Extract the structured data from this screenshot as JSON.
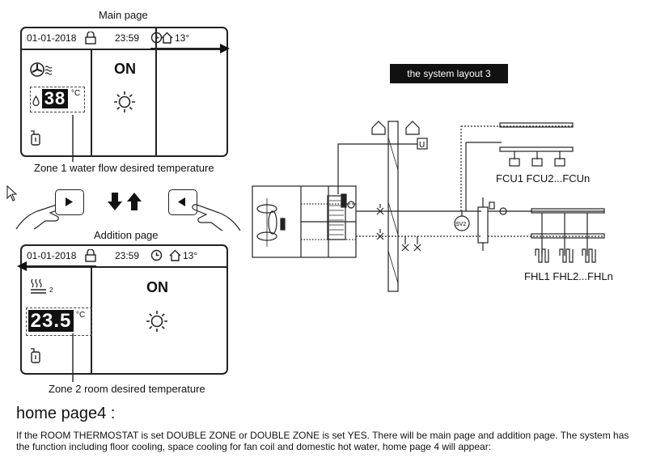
{
  "main_page": {
    "caption": "Main page",
    "date": "01-01-2018",
    "time": "23:59",
    "outdoor_temp": "13°",
    "status": "ON",
    "water_temp": "38",
    "unit": "°C",
    "callout": "Zone 1 water flow desired temperature"
  },
  "addition_page": {
    "caption": "Addition page",
    "date": "01-01-2018",
    "time": "23:59",
    "outdoor_temp": "13°",
    "status": "ON",
    "zone_sub": "2",
    "room_temp": "23.5",
    "unit": "°C",
    "callout": "Zone 2 room desired temperature"
  },
  "layout": {
    "title": "the system layout 3",
    "fcu_label": "FCU1 FCU2...FCUn",
    "fhl_label": "FHL1 FHL2...FHLn",
    "sv_label": "SV2",
    "thermostat_label": "U"
  },
  "section": {
    "heading": "home page4 :",
    "paragraph": "If the ROOM THERMOSTAT is set DOUBLE ZONE or DOUBLE ZONE is set YES. There will be main page and addition page. The system has the function including floor cooling, space cooling for fan coil and domestic hot water, home page 4 will appear:"
  },
  "icons": [
    "lock-icon",
    "clock-icon",
    "house-icon",
    "fan-heat-icon",
    "water-drop-icon",
    "sun-icon",
    "tank-icon",
    "floor-heating-icon",
    "cursor-icon",
    "right-key-icon",
    "left-key-icon",
    "down-arrow-icon",
    "up-arrow-icon",
    "hand-icon"
  ]
}
